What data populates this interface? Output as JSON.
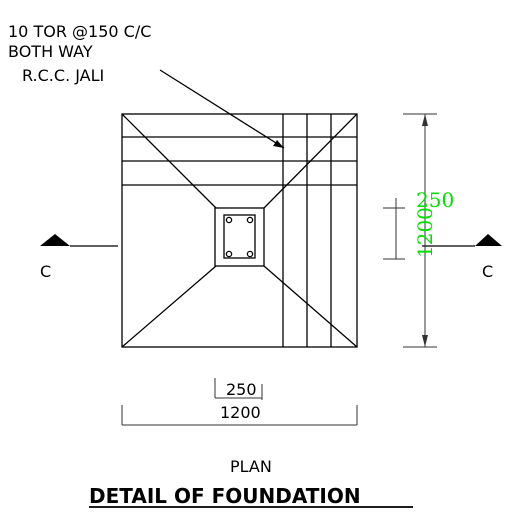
{
  "callout": {
    "line1": "10 TOR @150 C/C",
    "line2": "BOTH WAY",
    "line3": "R.C.C. JALI"
  },
  "section_marks": {
    "left": "C",
    "right": "C"
  },
  "dimensions": {
    "vertical_column": "250",
    "vertical_overall": "1200",
    "horizontal_column": "250",
    "horizontal_overall": "1200"
  },
  "titles": {
    "view": "PLAN",
    "main": "DETAIL OF FOUNDATION"
  },
  "colors": {
    "linework": "#000000",
    "dimension_text_vertical": "#00dd00"
  }
}
